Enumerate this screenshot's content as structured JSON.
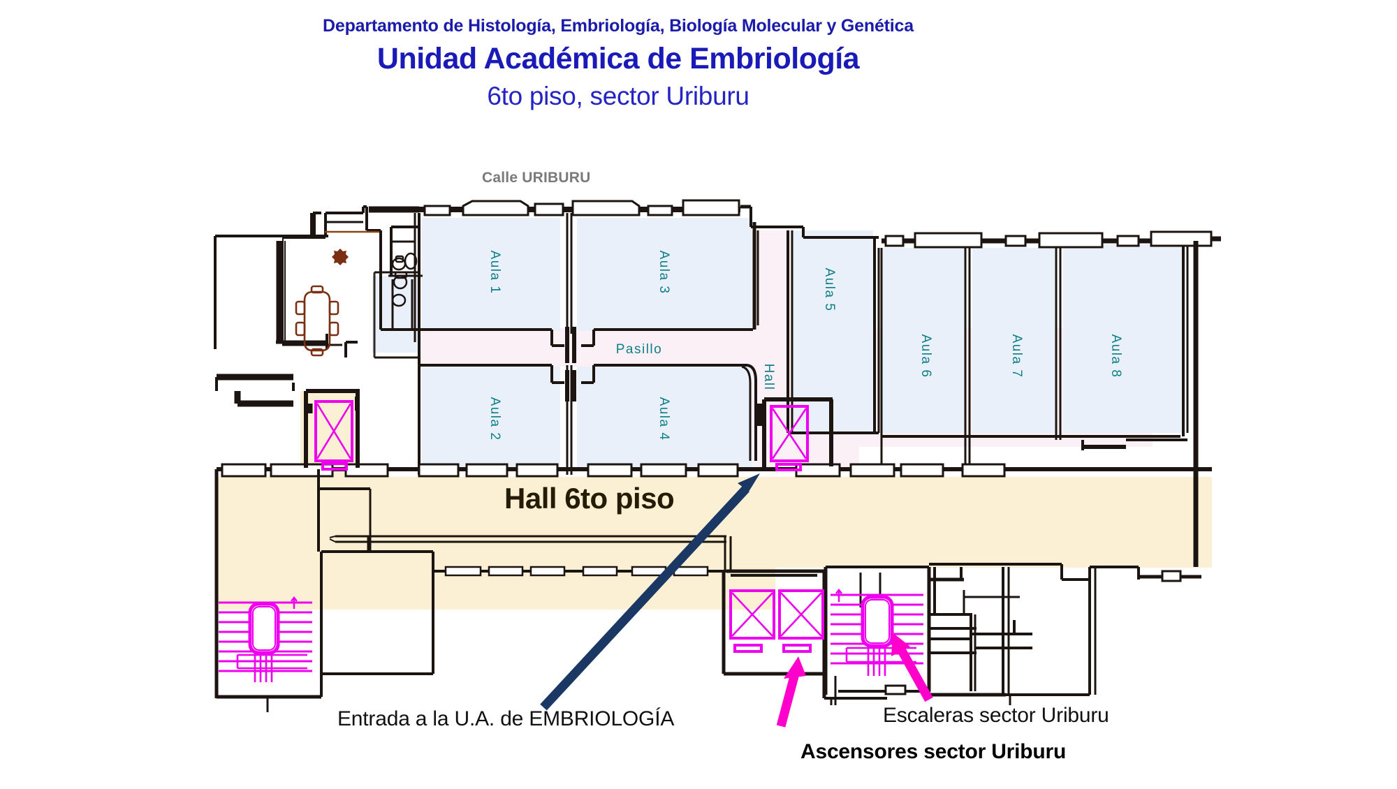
{
  "header": {
    "department": "Departamento de Histología, Embriología, Biología Molecular y Genética",
    "unit": "Unidad Académica de Embriología",
    "floor": "6to piso, sector Uriburu"
  },
  "plan": {
    "street_label": "Calle URIBURU",
    "corridor_label": "Pasillo",
    "hall_vertical_label": "Hall",
    "rooms": [
      {
        "id": "aula-1",
        "label": "Aula 1"
      },
      {
        "id": "aula-2",
        "label": "Aula 2"
      },
      {
        "id": "aula-3",
        "label": "Aula 3"
      },
      {
        "id": "aula-4",
        "label": "Aula 4"
      },
      {
        "id": "aula-5",
        "label": "Aula 5"
      },
      {
        "id": "aula-6",
        "label": "Aula 6"
      },
      {
        "id": "aula-7",
        "label": "Aula 7"
      },
      {
        "id": "aula-8",
        "label": "Aula 8"
      }
    ]
  },
  "callouts": {
    "hall": "Hall 6to piso",
    "entrada": "Entrada a la U.A. de EMBRIOLOGÍA",
    "escaleras": "Escaleras sector Uriburu",
    "ascensores": "Ascensores sector Uriburu"
  },
  "colors": {
    "heading_dept": "#1a1aab",
    "heading_unit": "#1a1ab8",
    "heading_floor": "#2424c4",
    "street_label": "#7a7a7a",
    "room_fill": "#eaf0fa",
    "room_label": "#0f7f86",
    "corridor_fill": "#faf0f5",
    "hall_fill": "#fbf0d3",
    "wall": "#1c1410",
    "elevator_stairs": "#ee00ee",
    "entrance_arrow": "#1b3864",
    "magenta_arrow": "#ff00cc",
    "furniture": "#7a2f12"
  }
}
